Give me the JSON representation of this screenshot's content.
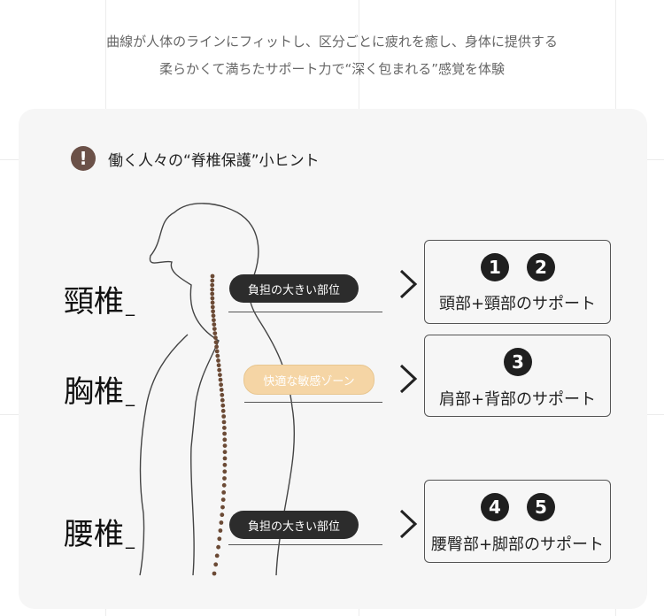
{
  "intro": {
    "line1": "曲線が人体のラインにフィットし、区分ごとに疲れを癒し、身体に提供する",
    "line2": "柔らかくて満ちたサポート力で“深く包まれる”感覚を体験"
  },
  "tip": {
    "icon": "exclamation-icon",
    "glyph": "!",
    "text": "働く人々の“脊椎保護”小ヒント"
  },
  "sections": [
    {
      "label": "頸椎",
      "underscore": "_",
      "pill": "負担の大きい部位",
      "pill_style": "dark",
      "numbers": [
        "1",
        "2"
      ],
      "support": "頭部+頸部のサポート"
    },
    {
      "label": "胸椎",
      "underscore": "_",
      "pill": "快適な敏感ゾーン",
      "pill_style": "light",
      "numbers": [
        "3"
      ],
      "support": "肩部+背部のサポート"
    },
    {
      "label": "腰椎",
      "underscore": "_",
      "pill": "負担の大きい部位",
      "pill_style": "dark",
      "numbers": [
        "4",
        "5"
      ],
      "support": "腰臀部+脚部のサポート"
    }
  ],
  "colors": {
    "spine_dots": "#6b4a35",
    "panel": "#f6f6f6",
    "light_pill": "#f5d5a5",
    "dark_pill": "#2c2c2c"
  }
}
